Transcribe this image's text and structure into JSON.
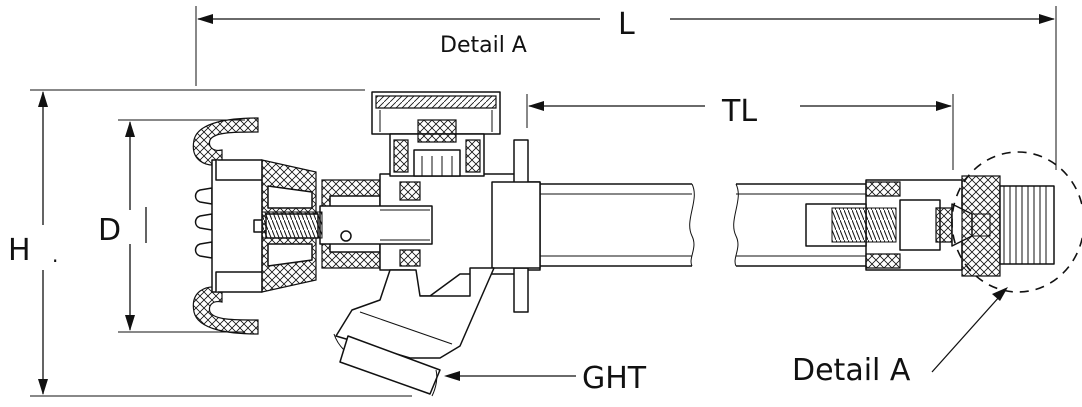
{
  "labels": {
    "length": "L",
    "detail_top": "Detail A",
    "tube_length": "TL",
    "height": "H",
    "diameter": "D",
    "hose_thread": "GHT",
    "detail_callout": "Detail A"
  },
  "colors": {
    "line": "#111111",
    "background": "#ffffff"
  }
}
